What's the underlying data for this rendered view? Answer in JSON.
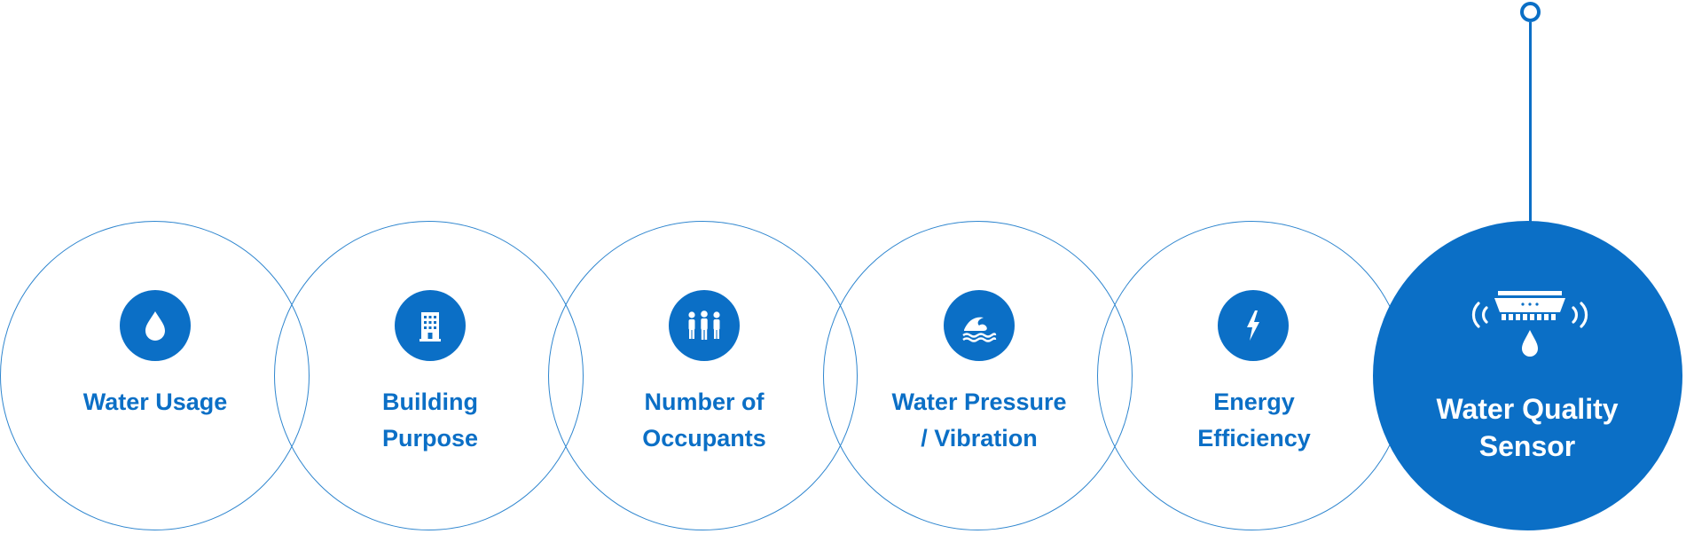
{
  "colors": {
    "accent": "#0b6fc6",
    "ring_stroke": "#2f86cf",
    "background": "#ffffff"
  },
  "factors": [
    {
      "icon": "water-drop-icon",
      "line1": "Water Usage",
      "line2": ""
    },
    {
      "icon": "building-icon",
      "line1": "Building",
      "line2": "Purpose"
    },
    {
      "icon": "people-icon",
      "line1": "Number of",
      "line2": "Occupants"
    },
    {
      "icon": "wave-icon",
      "line1": "Water Pressure",
      "line2": "/ Vibration"
    },
    {
      "icon": "lightning-bolt-icon",
      "line1": "Energy",
      "line2": "Efficiency"
    }
  ],
  "sensor": {
    "icon": "water-quality-sensor-icon",
    "line1": "Water Quality",
    "line2": "Sensor"
  }
}
